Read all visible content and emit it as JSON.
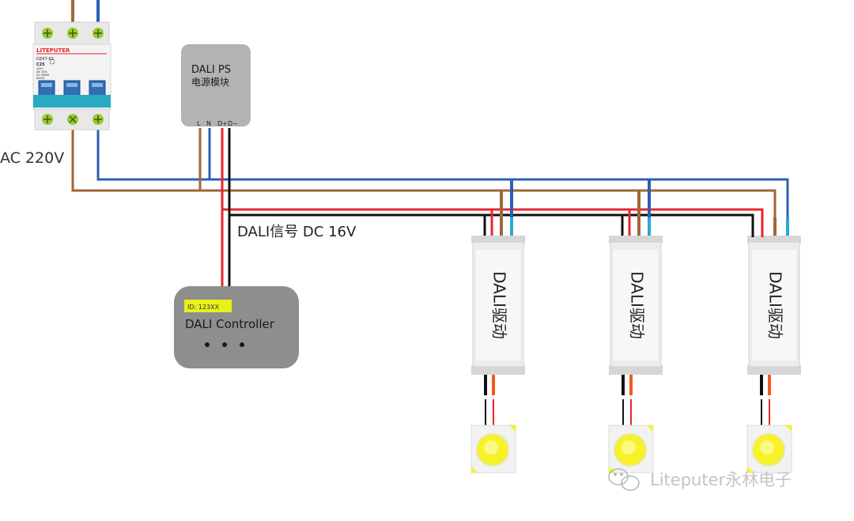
{
  "breaker": {
    "brand": "LITEPUTER",
    "model": "DZ47-63",
    "rating": "C25",
    "spec_lines": [
      "400V~",
      "AB 10KA",
      "IEC 60898",
      "6000A"
    ]
  },
  "power_supply": {
    "line1": "DALI PS",
    "line2": "电源模块",
    "terminals": [
      "L",
      "N",
      "D+",
      "D−"
    ]
  },
  "controller": {
    "id_label": "ID: 123XX",
    "name": "DALI Controller",
    "dots": "• • •"
  },
  "labels": {
    "ac": "AC 220V",
    "dali_signal": "DALI信号 DC  16V"
  },
  "drivers": [
    {
      "label": "DALI驱动"
    },
    {
      "label": "DALI驱动"
    },
    {
      "label": "DALI驱动"
    }
  ],
  "watermark": {
    "text": "Liteputer永林电子"
  },
  "colors": {
    "brown": "#a0663a",
    "blue": "#2f5fb3",
    "red": "#e8262b",
    "black": "#111111",
    "cyan": "#2aa7d8",
    "orange": "#f25a1f",
    "module_gray": "#b3b3b3",
    "controller_gray": "#8e8e8e",
    "id_yellow": "#e6f21a",
    "led_yellow": "#f7f227",
    "breaker_teal": "#29a9c2"
  }
}
